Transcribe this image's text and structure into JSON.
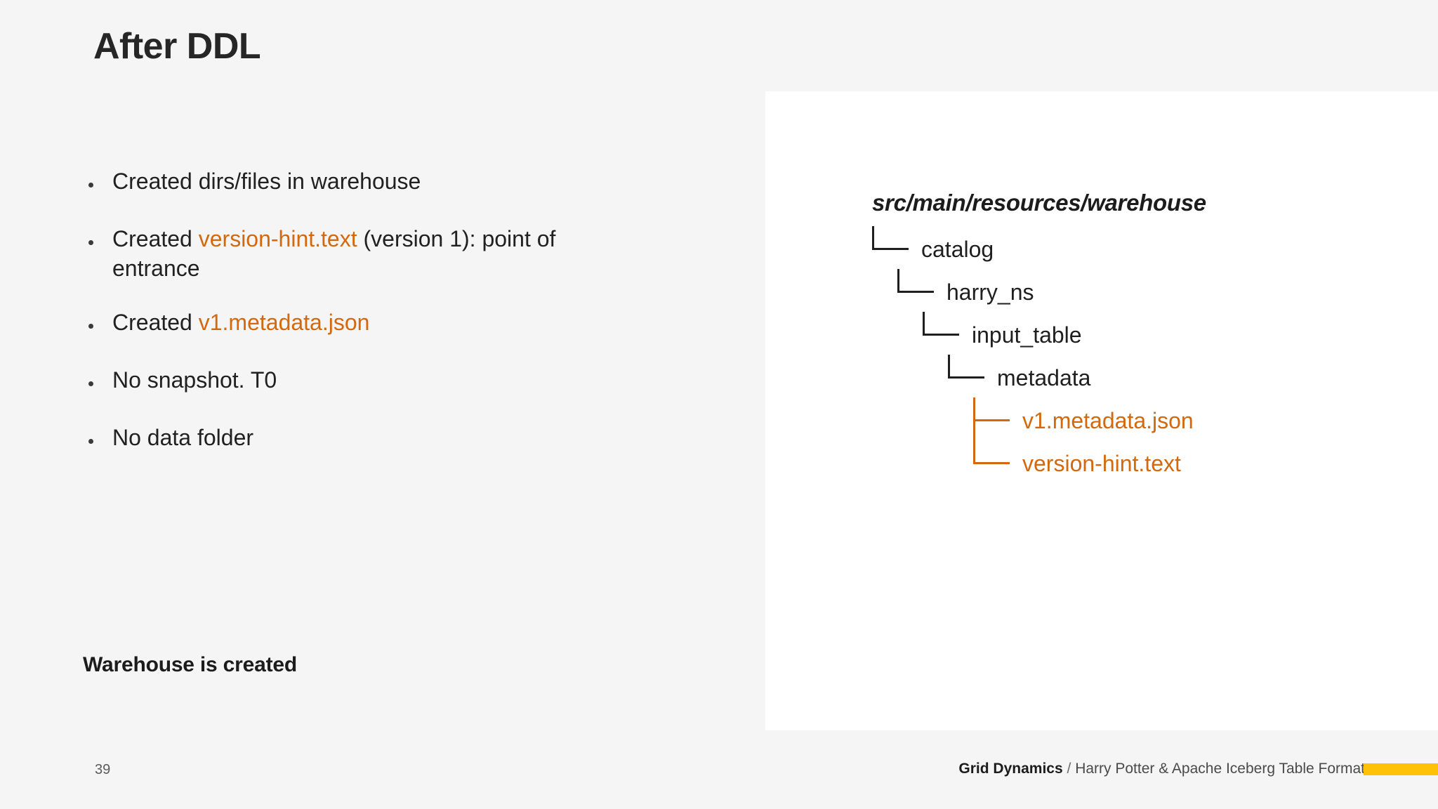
{
  "slide": {
    "title": "After DDL",
    "page_number": "39",
    "background_color": "#f5f5f5",
    "accent_color": "#d2690e",
    "brand_bar_color": "#ffc107"
  },
  "bullets": [
    {
      "prefix": "Created dirs/files in warehouse",
      "accent": "",
      "suffix": ""
    },
    {
      "prefix": "Created ",
      "accent": "version-hint.text",
      "suffix": " (version 1): point of entrance"
    },
    {
      "prefix": "Created ",
      "accent": "v1.metadata.json",
      "suffix": ""
    },
    {
      "prefix": "No snapshot. T0",
      "accent": "",
      "suffix": ""
    },
    {
      "prefix": "No data folder",
      "accent": "",
      "suffix": ""
    }
  ],
  "conclusion": "Warehouse is created",
  "tree": {
    "root": "src/main/resources/warehouse",
    "nodes": [
      {
        "label": "catalog",
        "depth": 0,
        "connector": "elbow",
        "accent": false
      },
      {
        "label": "harry_ns",
        "depth": 1,
        "connector": "elbow",
        "accent": false
      },
      {
        "label": "input_table",
        "depth": 2,
        "connector": "elbow",
        "accent": false
      },
      {
        "label": "metadata",
        "depth": 3,
        "connector": "elbow",
        "accent": false
      },
      {
        "label": "v1.metadata.json",
        "depth": 4,
        "connector": "tee",
        "accent": true
      },
      {
        "label": "version-hint.text",
        "depth": 4,
        "connector": "elbow",
        "accent": true
      }
    ]
  },
  "footer": {
    "brand": "Grid Dynamics",
    "separator": "/",
    "subject": "Harry Potter & Apache Iceberg Table Format"
  }
}
